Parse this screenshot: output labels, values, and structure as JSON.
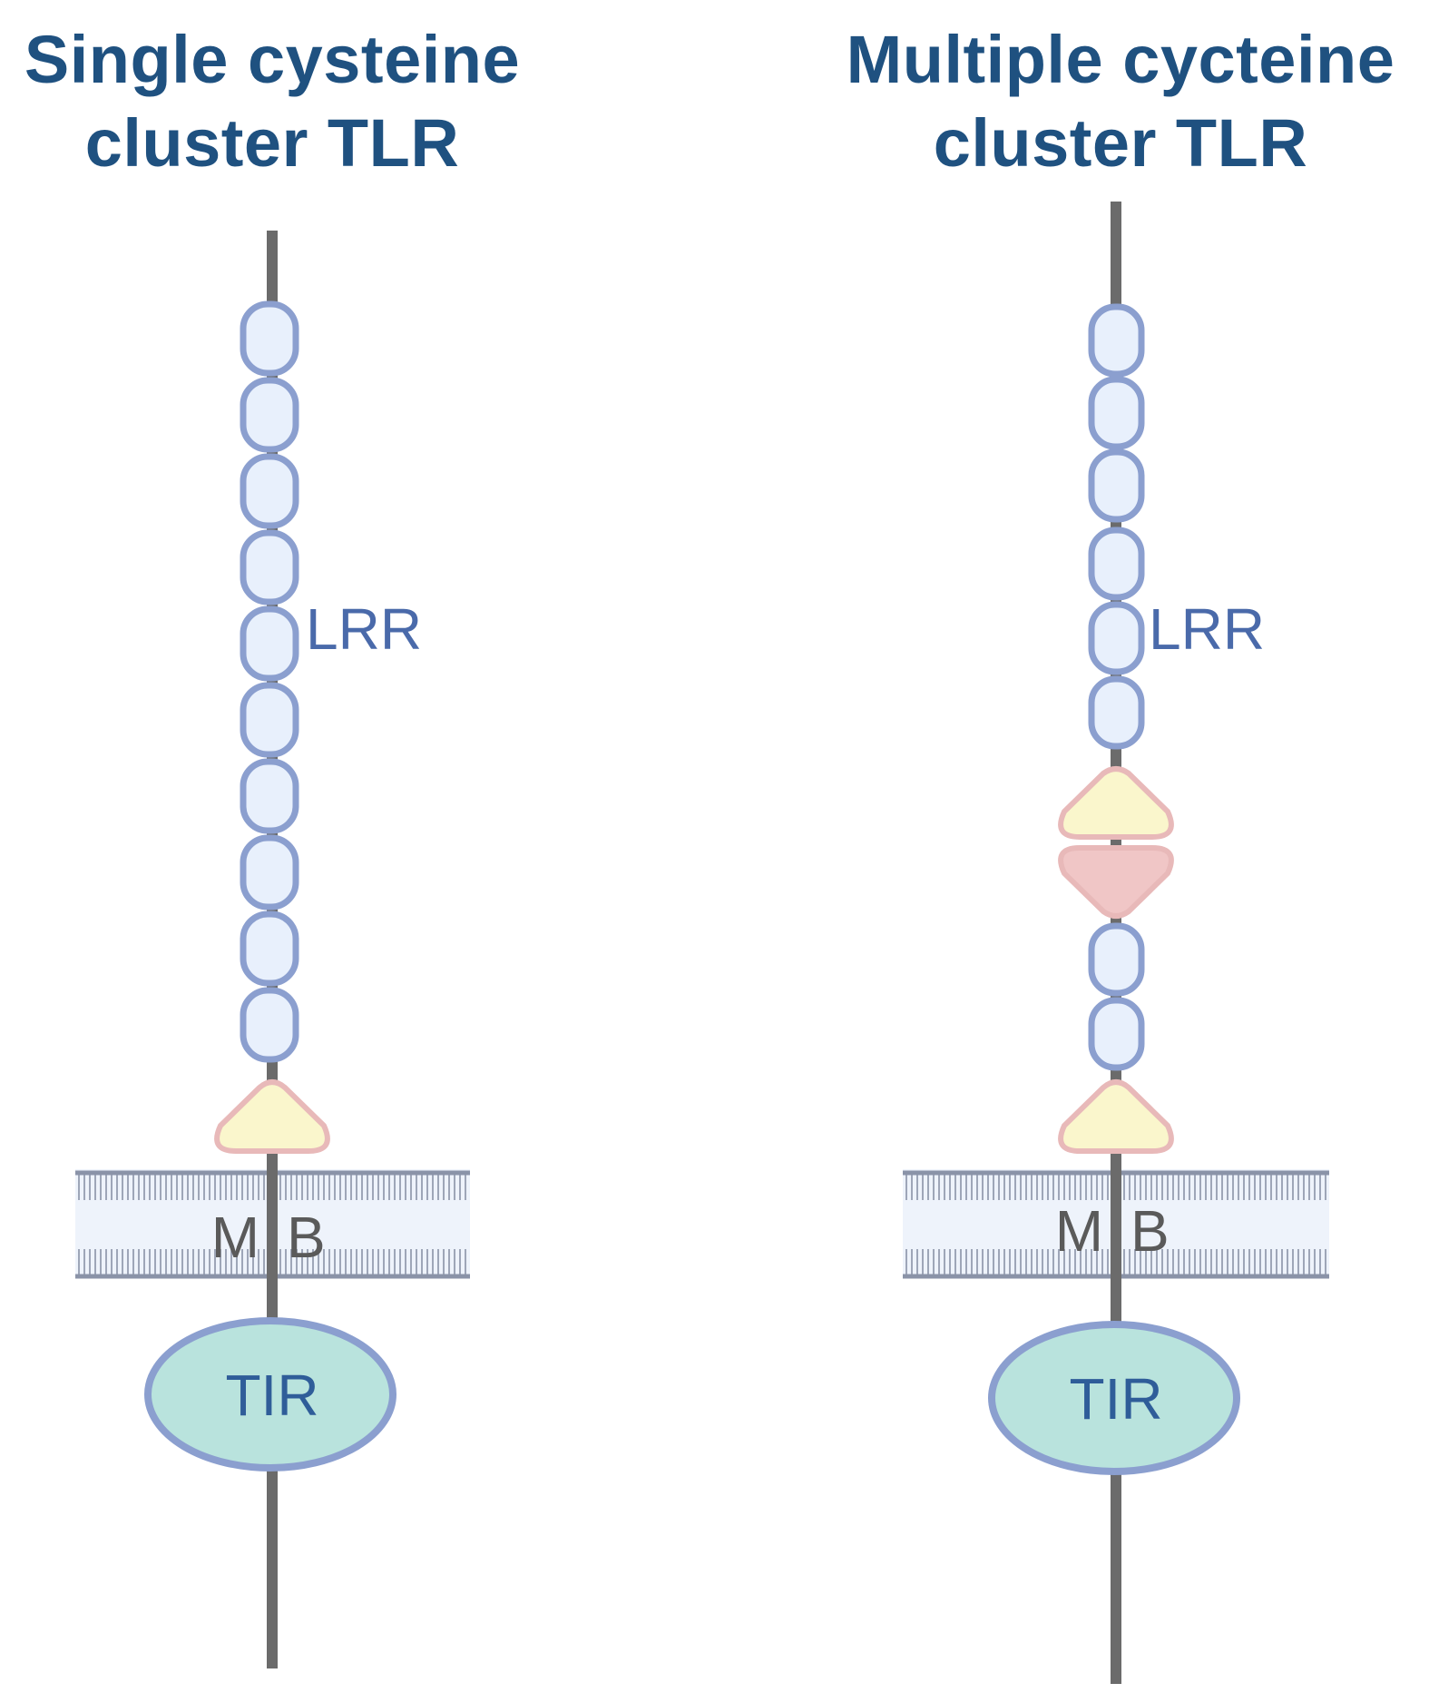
{
  "panels": [
    {
      "title_line1": "Single cysteine",
      "title_line2": "cluster TLR",
      "domain_label": "LRR",
      "membrane_label_left": "M",
      "membrane_label_right": "B",
      "tir_label": "TIR",
      "lrr_count": 10,
      "cysteine_clusters": 1
    },
    {
      "title_line1": "Multiple cycteine",
      "title_line2": "cluster TLR",
      "domain_label": "LRR",
      "membrane_label_left": "M",
      "membrane_label_right": "B",
      "tir_label": "TIR",
      "lrr_count": 8,
      "cysteine_clusters": 2
    }
  ],
  "colors": {
    "title": "#1f5180",
    "stalk": "#6b6b6b",
    "lrr_fill": "#e8f0fc",
    "lrr_stroke": "#8b9fcf",
    "lrr_text": "#4a6aaa",
    "cys_yellow_fill": "#faf6cc",
    "cys_stroke": "#e8b9b9",
    "cys_red_fill": "#f0c6c6",
    "membrane_line": "#8a93a8",
    "membrane_fill": "#eef3fb",
    "membrane_text": "#5a5a5a",
    "tir_fill": "#b9e3dd",
    "tir_stroke": "#8b9fcf",
    "tir_text": "#2f5d99"
  }
}
